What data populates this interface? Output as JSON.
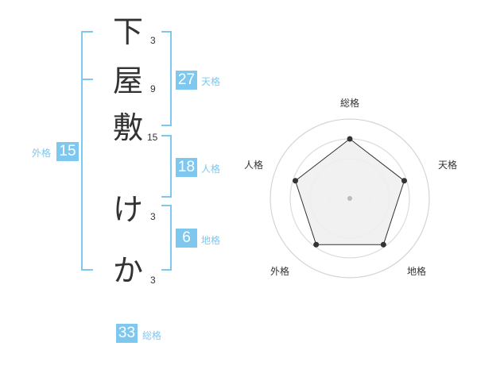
{
  "name": {
    "characters": [
      {
        "char": "下",
        "strokes": "3"
      },
      {
        "char": "屋",
        "strokes": "9"
      },
      {
        "char": "敷",
        "strokes": "15"
      },
      {
        "char": "け",
        "strokes": "3"
      },
      {
        "char": "か",
        "strokes": "3"
      }
    ]
  },
  "fortune": {
    "tenkaku": {
      "value": "27",
      "label": "天格"
    },
    "jinkaku": {
      "value": "18",
      "label": "人格"
    },
    "chikaku": {
      "value": "6",
      "label": "地格"
    },
    "gaikaku": {
      "value": "15",
      "label": "外格"
    },
    "soukaku": {
      "value": "33",
      "label": "総格"
    }
  },
  "colors": {
    "accent": "#7ec8f0",
    "text": "#333333",
    "radar_fill": "#eeeeee",
    "grid": "#cccccc"
  },
  "chart_data": {
    "type": "radar",
    "axes": [
      "総格",
      "天格",
      "地格",
      "外格",
      "人格"
    ],
    "values": [
      0.75,
      0.72,
      0.72,
      0.72,
      0.72
    ],
    "rings": 4
  }
}
